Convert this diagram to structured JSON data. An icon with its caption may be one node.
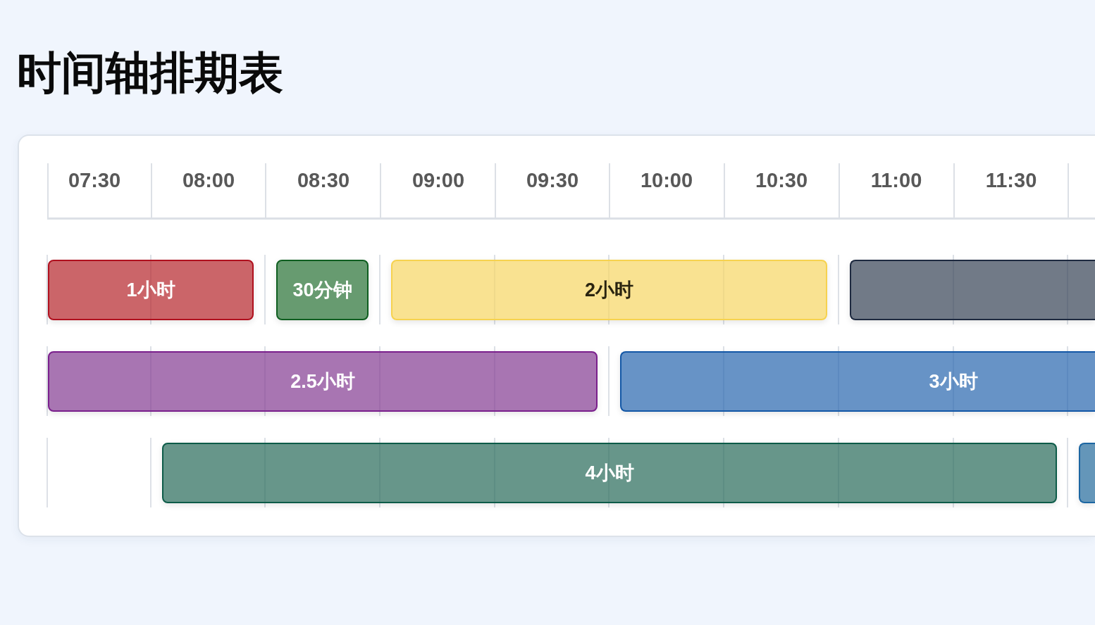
{
  "diagram": {
    "title": "时间轴排期表",
    "nodes": [
      {
        "text": [
          "1小时"
        ]
      },
      {
        "text": [
          "30分钟"
        ]
      },
      {
        "text": [
          "2小时"
        ]
      },
      {
        "text": [],
        "shape": "bar"
      },
      {
        "text": [
          "2.5小时"
        ]
      },
      {
        "text": [
          "3小时"
        ]
      },
      {
        "text": [
          "4小时"
        ]
      },
      {
        "text": [],
        "shape": "bar"
      }
    ],
    "labels": [
      "07:30",
      "08:00",
      "08:30",
      "09:00",
      "09:30",
      "10:00",
      "10:30",
      "11:00",
      "11:30"
    ]
  }
}
